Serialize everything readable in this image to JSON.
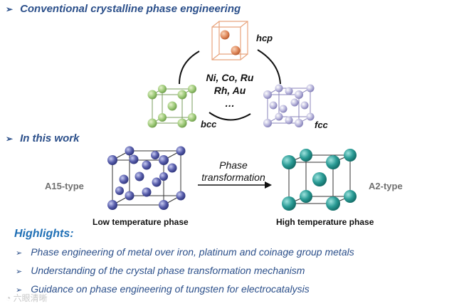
{
  "section1": {
    "arrow": "➢",
    "title": "Conventional crystalline phase engineering"
  },
  "phases": {
    "hcp": "hcp",
    "bcc": "bcc",
    "fcc": "fcc"
  },
  "metals": {
    "line1": "Ni, Co, Ru",
    "line2": "Rh, Au",
    "line3": "…"
  },
  "section2": {
    "arrow": "➢",
    "title": "In this work"
  },
  "work": {
    "left_type": "A15-type",
    "right_type": "A2-type",
    "transform_line1": "Phase",
    "transform_line2": "transformation",
    "left_caption": "Low temperature phase",
    "right_caption": "High temperature phase"
  },
  "highlights": {
    "title": "Highlights:",
    "items": [
      "Phase engineering of metal over iron, platinum and coinage group metals",
      "Understanding of the crystal phase transformation mechanism",
      "Guidance on phase engineering of tungsten for electrocatalysis"
    ]
  },
  "watermark": "六眼清晰"
}
